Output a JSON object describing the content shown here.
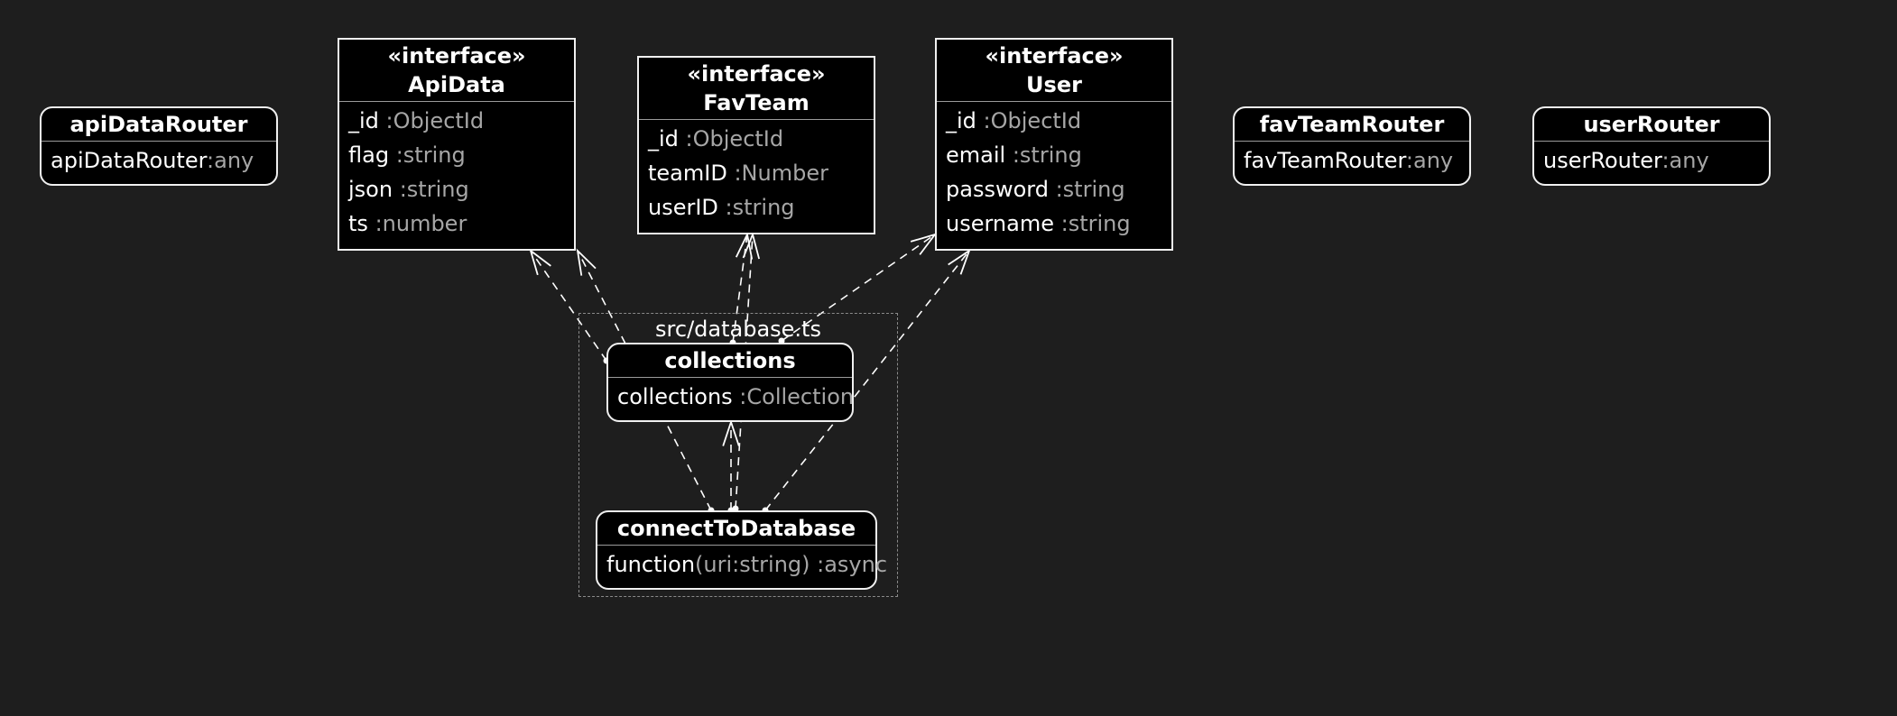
{
  "nodes": {
    "apiDataRouter": {
      "name": "apiDataRouter",
      "fields": [
        {
          "name": "apiDataRouter",
          "type": ":any"
        }
      ]
    },
    "apiData": {
      "stereotype": "«interface»",
      "name": "ApiData",
      "fields": [
        {
          "name": "_id",
          "type": ":ObjectId"
        },
        {
          "name": "flag",
          "type": ":string"
        },
        {
          "name": "json",
          "type": ":string"
        },
        {
          "name": "ts",
          "type": ":number"
        }
      ]
    },
    "favTeam": {
      "stereotype": "«interface»",
      "name": "FavTeam",
      "fields": [
        {
          "name": "_id",
          "type": ":ObjectId"
        },
        {
          "name": "teamID",
          "type": ":Number"
        },
        {
          "name": "userID",
          "type": ":string"
        }
      ]
    },
    "user": {
      "stereotype": "«interface»",
      "name": "User",
      "fields": [
        {
          "name": "_id",
          "type": ":ObjectId"
        },
        {
          "name": "email",
          "type": ":string"
        },
        {
          "name": "password",
          "type": ":string"
        },
        {
          "name": "username",
          "type": ":string"
        }
      ]
    },
    "favTeamRouter": {
      "name": "favTeamRouter",
      "fields": [
        {
          "name": "favTeamRouter",
          "type": ":any"
        }
      ]
    },
    "userRouter": {
      "name": "userRouter",
      "fields": [
        {
          "name": "userRouter",
          "type": ":any"
        }
      ]
    },
    "collections": {
      "name": "collections",
      "fields": [
        {
          "name": "collections",
          "type": ":Collection"
        }
      ]
    },
    "connectToDatabase": {
      "name": "connectToDatabase",
      "fields": [
        {
          "name": "function",
          "params": "(uri:string)",
          "type": " :async"
        }
      ]
    }
  },
  "package": {
    "label": "src/database.ts"
  },
  "edges": [
    {
      "from": "collections",
      "to": "apiData",
      "style": "dashed"
    },
    {
      "from": "collections",
      "to": "favTeam",
      "style": "dashed"
    },
    {
      "from": "collections",
      "to": "user",
      "style": "dashed"
    },
    {
      "from": "connectToDatabase",
      "to": "apiData",
      "style": "dashed"
    },
    {
      "from": "connectToDatabase",
      "to": "favTeam",
      "style": "dashed"
    },
    {
      "from": "connectToDatabase",
      "to": "user",
      "style": "dashed"
    },
    {
      "from": "connectToDatabase",
      "to": "collections",
      "style": "dashed"
    }
  ],
  "colors": {
    "background": "#1e1e1e",
    "node_fill": "#000000",
    "node_border": "#f0f0f0",
    "type_text": "#a6a6a6",
    "edge": "#ffffff",
    "package_border": "#8a8a8a"
  }
}
